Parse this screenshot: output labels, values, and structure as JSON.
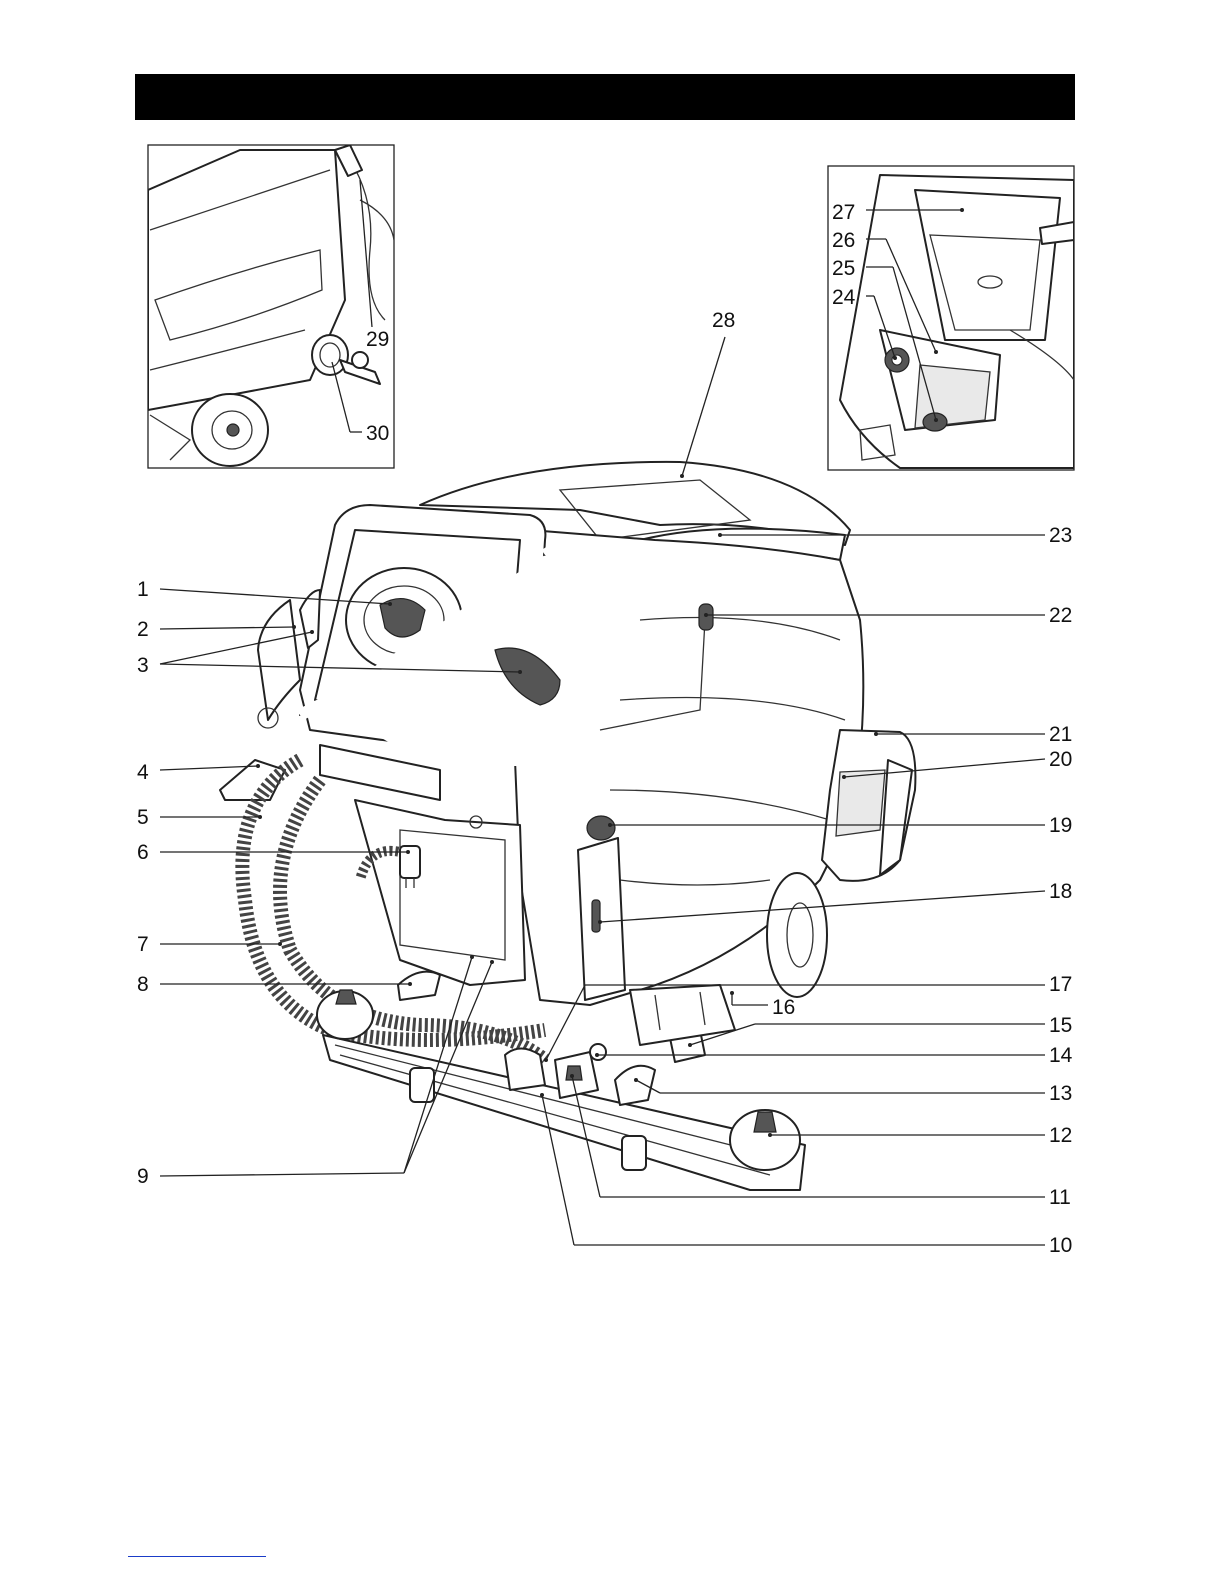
{
  "header": {
    "title": ""
  },
  "detail_left": {
    "labels": [
      "29",
      "30"
    ]
  },
  "detail_right": {
    "labels": [
      "27",
      "26",
      "25",
      "24"
    ]
  },
  "main": {
    "labels_left": [
      "1",
      "2",
      "3",
      "4",
      "5",
      "6",
      "7",
      "8",
      "9"
    ],
    "labels_right": [
      "28",
      "23",
      "22",
      "21",
      "20",
      "19",
      "18",
      "17",
      "16",
      "15",
      "14",
      "13",
      "12",
      "11",
      "10"
    ]
  }
}
